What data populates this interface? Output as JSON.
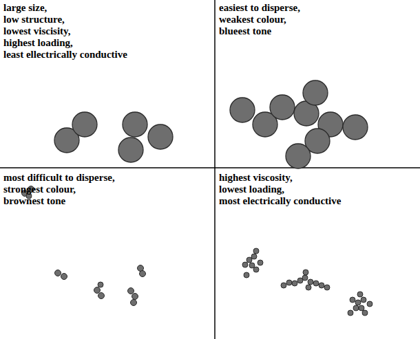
{
  "diagram": {
    "labels": [
      "large size,",
      "low structure,",
      "lowest viscisity,",
      "highest loading,",
      "least ellectrically conductive",
      "easiest to disperse,",
      "weakest colour,",
      "blueest tone",
      "most difficult to disperse,",
      "strongest colour,",
      "brownest tone",
      "highest viscosity,",
      "lowest loading,",
      "most electrically conductive"
    ]
  }
}
